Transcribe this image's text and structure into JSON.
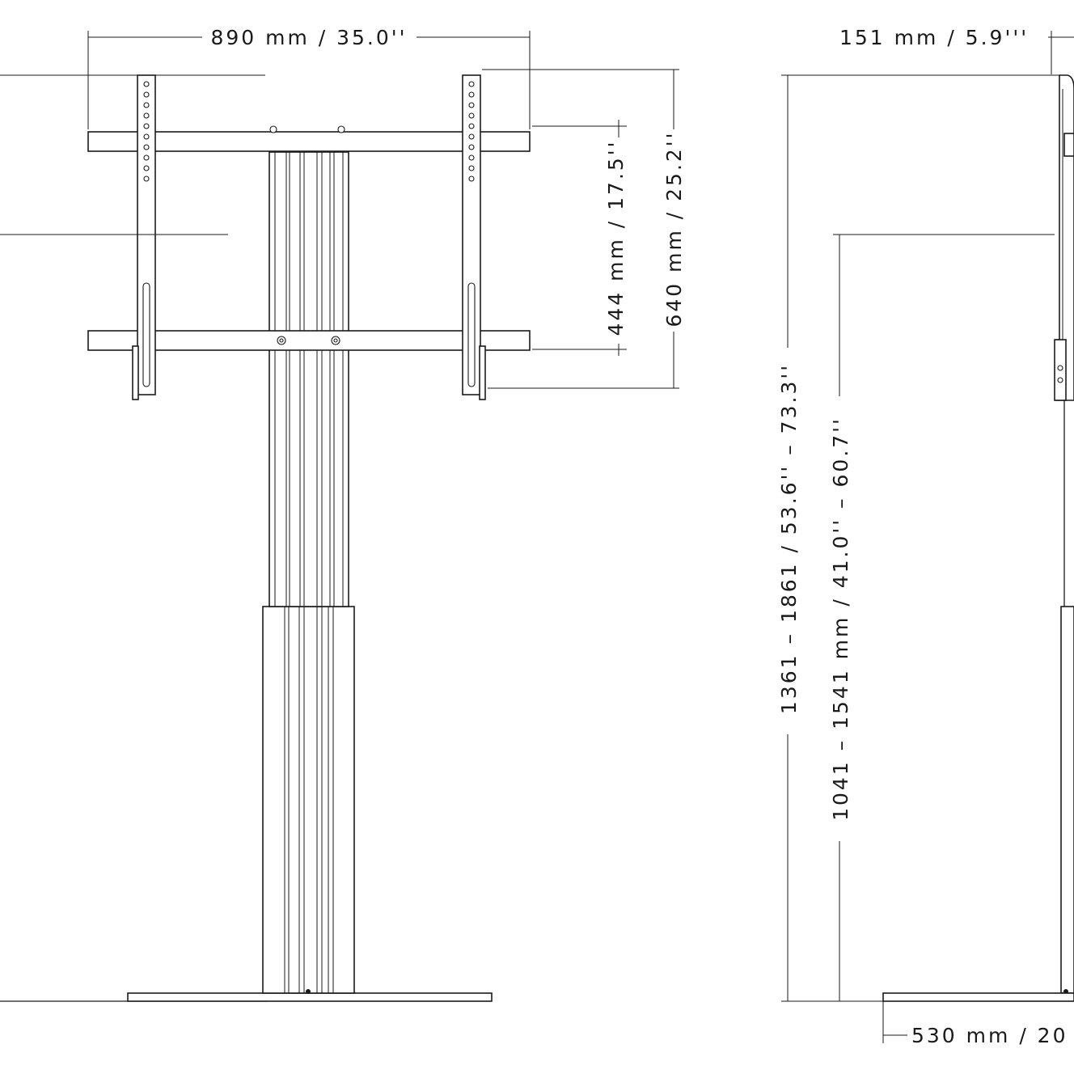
{
  "dimensions": {
    "mount_width": "890  mm  /  35.0''",
    "depth": "151  mm  /  5.9'''",
    "vesa_small": "444  mm  /  17.5''",
    "vesa_large": "640  mm  /  25.2''",
    "total_height": "1361  –  1861  /  53.6''  –  73.3''",
    "center_height": "1041  –  1541  mm  /  41.0''  –  60.7''",
    "base_depth": "530  mm  /  20"
  }
}
